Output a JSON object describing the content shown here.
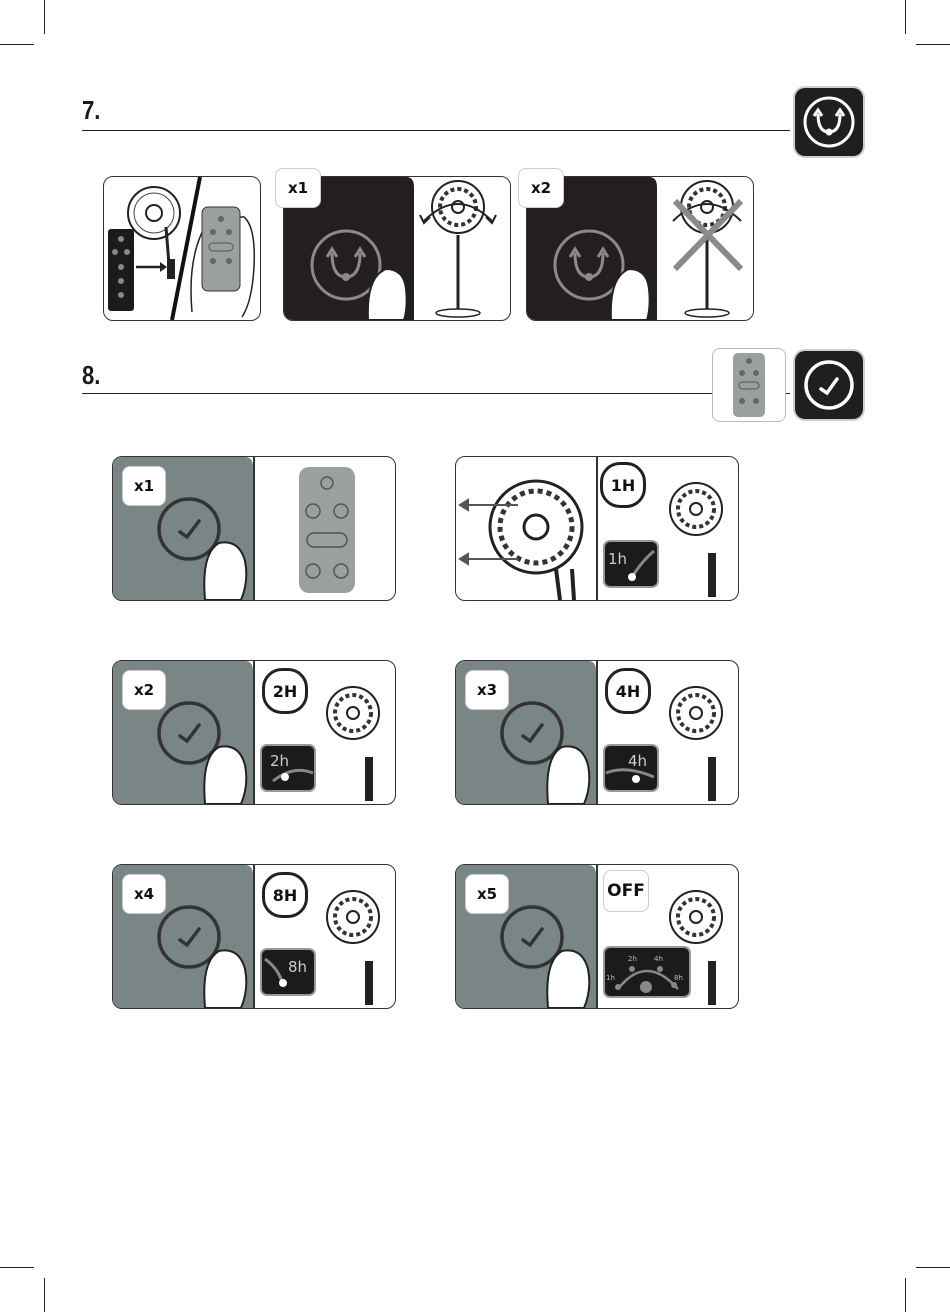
{
  "steps": [
    {
      "number": "7."
    },
    {
      "number": "8."
    }
  ],
  "oscillation": {
    "press_badges": [
      "x1",
      "x2"
    ]
  },
  "timer": {
    "cells": [
      {
        "press": "x1"
      },
      {
        "timer_label": "1H",
        "display_value": "1h"
      },
      {
        "press": "x2",
        "timer_label": "2H",
        "display_value": "2h"
      },
      {
        "press": "x3",
        "timer_label": "4H",
        "display_value": "4h"
      },
      {
        "press": "x4",
        "timer_label": "8H",
        "display_value": "8h"
      },
      {
        "press": "x5",
        "timer_label": "OFF",
        "arc_labels": [
          "1h",
          "2h",
          "4h",
          "8h"
        ]
      }
    ]
  },
  "colors": {
    "dark_panel": "#231f20",
    "grey_panel": "#7a8585",
    "icon_tile": "#1f1f1f",
    "remote_grey": "#9aa0a0"
  },
  "icons": [
    "oscillation-icon",
    "timer-clock-icon",
    "fan-icon",
    "remote-icon",
    "finger-icon",
    "hand-icon"
  ]
}
